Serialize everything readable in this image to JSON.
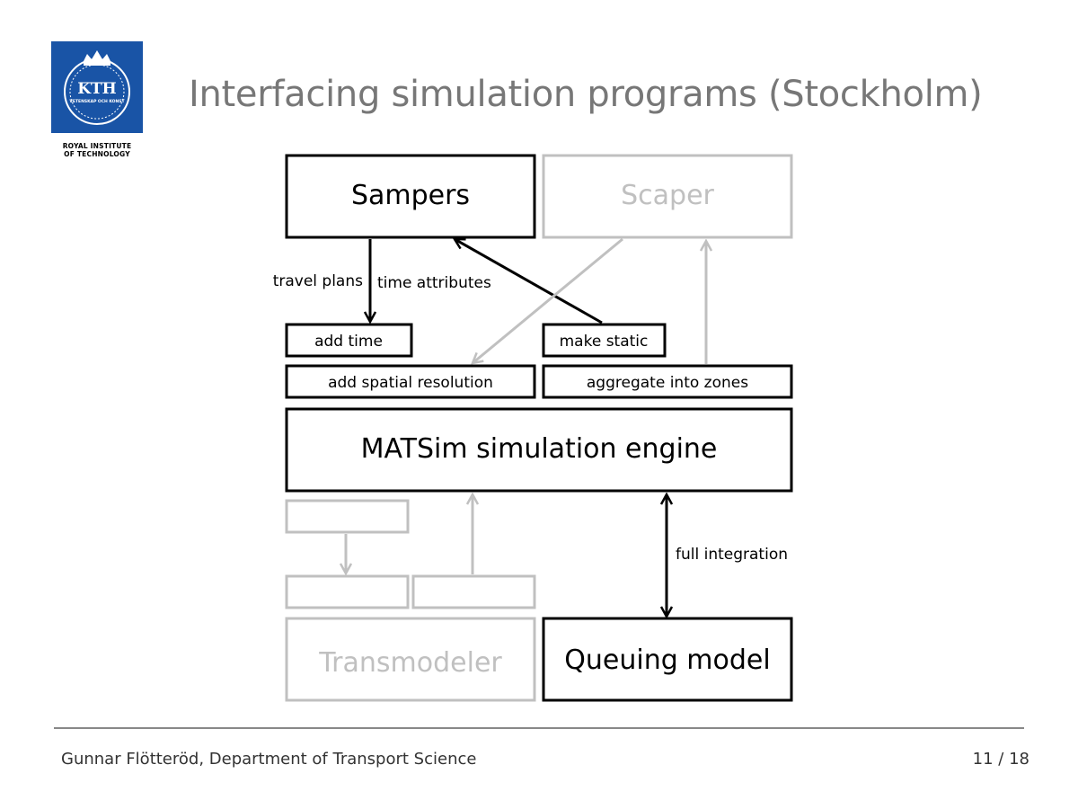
{
  "logo": {
    "text": "KTH",
    "motto": "VETENSKAP OCH KONST",
    "subtitle_line1": "ROYAL INSTITUTE",
    "subtitle_line2": "OF TECHNOLOGY"
  },
  "title": "Interfacing simulation programs (Stockholm)",
  "diagram": {
    "boxes": {
      "sampers": "Sampers",
      "scaper": "Scaper",
      "add_time": "add time",
      "make_static": "make static",
      "add_spatial": "add spatial resolution",
      "aggregate": "aggregate into zones",
      "matsim": "MATSim simulation engine",
      "transmodeler": "Transmodeler",
      "queuing": "Queuing model"
    },
    "labels": {
      "travel_plans": "travel plans",
      "time_attributes": "time attributes",
      "full_integration": "full integration"
    }
  },
  "footer": {
    "author": "Gunnar Flötteröd, Department of Transport Science",
    "page": "11 / 18"
  },
  "colors": {
    "logo_blue": "#1954a6",
    "active": "#000000",
    "inactive": "#c0c0c0",
    "title": "#777777"
  }
}
